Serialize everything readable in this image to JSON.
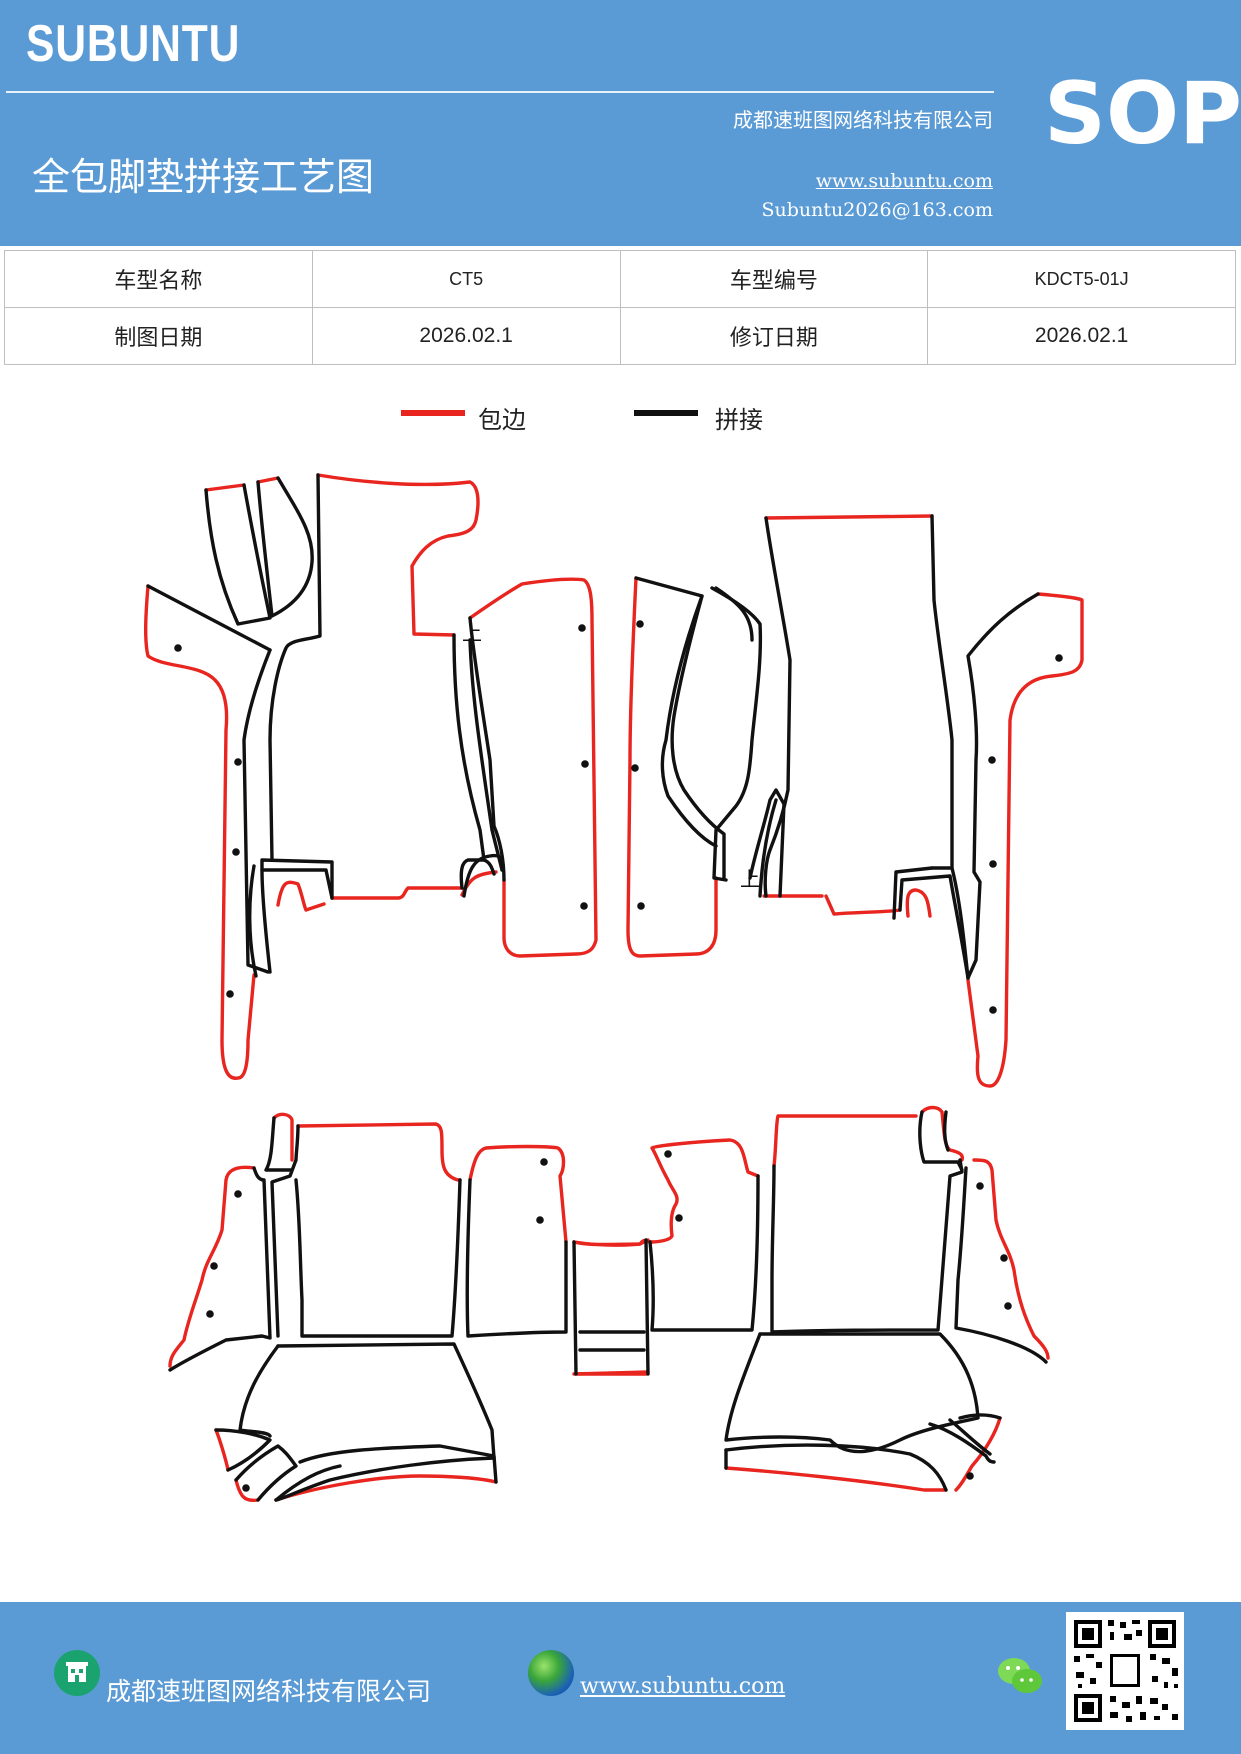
{
  "header": {
    "logo": "SUBUNTU",
    "company": "成都速班图网络科技有限公司",
    "title": "全包脚垫拼接工艺图",
    "website": "www.subuntu.com",
    "email": "Subuntu2026@163.com",
    "badge": "SOP"
  },
  "info_table": {
    "model_name_label": "车型名称",
    "model_name_value": "CT5",
    "model_code_label": "车型编号",
    "model_code_value": "KDCT5-01J",
    "drawing_date_label": "制图日期",
    "drawing_date_value": "2026.02.1",
    "revision_date_label": "修订日期",
    "revision_date_value": "2026.02.1"
  },
  "legend": {
    "items": [
      {
        "label": "包边",
        "color": "#e8251f"
      },
      {
        "label": "拼接",
        "color": "#111111"
      }
    ]
  },
  "drawing": {
    "mark_label": "上"
  },
  "footer": {
    "company": "成都速班图网络科技有限公司",
    "website": "www.subuntu.com",
    "icons": [
      "building-icon",
      "globe-icon",
      "wechat-icon",
      "qr-code"
    ]
  },
  "colors": {
    "header_bg": "#5b9bd5",
    "edging": "#e8251f",
    "seam": "#111111"
  }
}
